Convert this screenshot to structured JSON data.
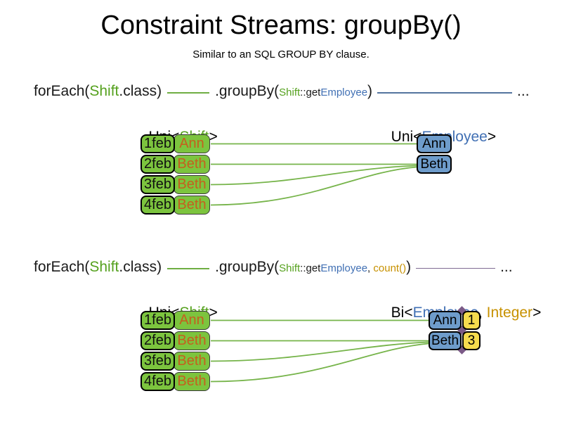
{
  "title": "Constraint Streams: groupBy()",
  "subtitle": "Similar to an SQL GROUP BY clause.",
  "colors": {
    "shift_fill_green": "#7cc43e",
    "employee_fill_blue": "#6e9ccb",
    "count_fill_yellow": "#f5dc4e",
    "shift_text_green": "#55a11e",
    "employee_text_blue": "#4170b4",
    "integer_text_gold": "#c79100",
    "name_text_orange": "#c55f1e",
    "uni_stream_green_line": "#76b44a",
    "uni_stream_blue_line": "#54749e",
    "bi_stream_purple_line": "#7e6b93"
  },
  "section1": {
    "code": {
      "foreach_open": "forEach(",
      "foreach_type": "Shift",
      "foreach_close": ".class)",
      "groupby_open": ".groupBy(",
      "arg1_type": "Shift",
      "arg1_accessor": "::get",
      "arg1_property": "Employee",
      "groupby_close": ")",
      "ellipsis": "..."
    },
    "left_heading": {
      "open": "Uni<",
      "type": "Shift",
      "close": ">"
    },
    "right_heading": {
      "open": "Uni<",
      "type": "Employee",
      "close": ">"
    },
    "shifts": [
      {
        "date": "1feb",
        "employee": "Ann"
      },
      {
        "date": "2feb",
        "employee": "Beth"
      },
      {
        "date": "3feb",
        "employee": "Beth"
      },
      {
        "date": "4feb",
        "employee": "Beth"
      }
    ],
    "groups": [
      {
        "employee": "Ann"
      },
      {
        "employee": "Beth"
      }
    ]
  },
  "section2": {
    "code": {
      "foreach_open": "forEach(",
      "foreach_type": "Shift",
      "foreach_close": ".class)",
      "groupby_open": ".groupBy(",
      "arg1_type": "Shift",
      "arg1_accessor": "::get",
      "arg1_property": "Employee",
      "arg_separator": ", ",
      "arg2": "count()",
      "groupby_close": ")",
      "ellipsis": "..."
    },
    "left_heading": {
      "open": "Uni<",
      "type": "Shift",
      "close": ">"
    },
    "right_heading": {
      "open": "Bi<",
      "type1": "Employee",
      "separator": ", ",
      "type2": "Integer",
      "close": ">"
    },
    "shifts": [
      {
        "date": "1feb",
        "employee": "Ann"
      },
      {
        "date": "2feb",
        "employee": "Beth"
      },
      {
        "date": "3feb",
        "employee": "Beth"
      },
      {
        "date": "4feb",
        "employee": "Beth"
      }
    ],
    "groups": [
      {
        "employee": "Ann",
        "count": "1"
      },
      {
        "employee": "Beth",
        "count": "3"
      }
    ]
  }
}
